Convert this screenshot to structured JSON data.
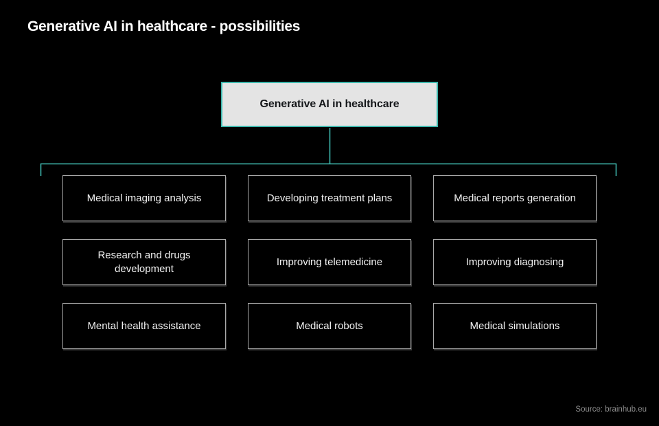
{
  "slide": {
    "title": "Generative AI in healthcare - possibilities",
    "background_color": "#000000",
    "text_color": "#ffffff"
  },
  "diagram": {
    "type": "tree",
    "accent_color": "#3fb8ae",
    "root": {
      "label": "Generative AI in healthcare",
      "fill_color": "#e4e4e4",
      "border_color": "#3fb8ae",
      "text_color": "#15171a"
    },
    "children": [
      {
        "label": "Medical imaging analysis"
      },
      {
        "label": "Developing treatment plans"
      },
      {
        "label": "Medical reports generation"
      },
      {
        "label": "Research and drugs development"
      },
      {
        "label": "Improving telemedicine"
      },
      {
        "label": "Improving diagnosing"
      },
      {
        "label": "Mental health assistance"
      },
      {
        "label": "Medical robots"
      },
      {
        "label": "Medical simulations"
      }
    ],
    "child_style": {
      "fill_color": "#000000",
      "border_color": "#a9a9a9",
      "text_color": "#f2f2f2"
    }
  },
  "footer": {
    "source": "Source: brainhub.eu",
    "source_color": "#8d8d8d"
  }
}
